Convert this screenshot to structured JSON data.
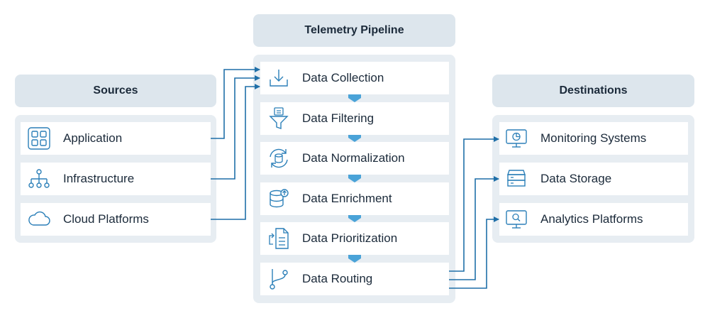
{
  "headers": {
    "sources": "Sources",
    "pipeline": "Telemetry Pipeline",
    "destinations": "Destinations"
  },
  "sources": [
    {
      "label": "Application",
      "icon": "app-grid-icon"
    },
    {
      "label": "Infrastructure",
      "icon": "hierarchy-icon"
    },
    {
      "label": "Cloud Platforms",
      "icon": "cloud-icon"
    }
  ],
  "pipeline": [
    {
      "label": "Data Collection",
      "icon": "download-tray-icon"
    },
    {
      "label": "Data Filtering",
      "icon": "funnel-document-icon"
    },
    {
      "label": "Data Normalization",
      "icon": "refresh-database-icon"
    },
    {
      "label": "Data Enrichment",
      "icon": "database-upload-icon"
    },
    {
      "label": "Data Prioritization",
      "icon": "document-arrow-icon"
    },
    {
      "label": "Data Routing",
      "icon": "branch-route-icon"
    }
  ],
  "destinations": [
    {
      "label": "Monitoring Systems",
      "icon": "monitor-chart-icon"
    },
    {
      "label": "Data Storage",
      "icon": "server-stack-icon"
    },
    {
      "label": "Analytics Platforms",
      "icon": "monitor-search-icon"
    }
  ],
  "colors": {
    "connector": "#1f6fa8",
    "flow_arrow": "#4aa3d8",
    "header_bg": "#dde6ed",
    "panel_bg": "#e7edf2",
    "icon_stroke": "#2b7fb8"
  }
}
